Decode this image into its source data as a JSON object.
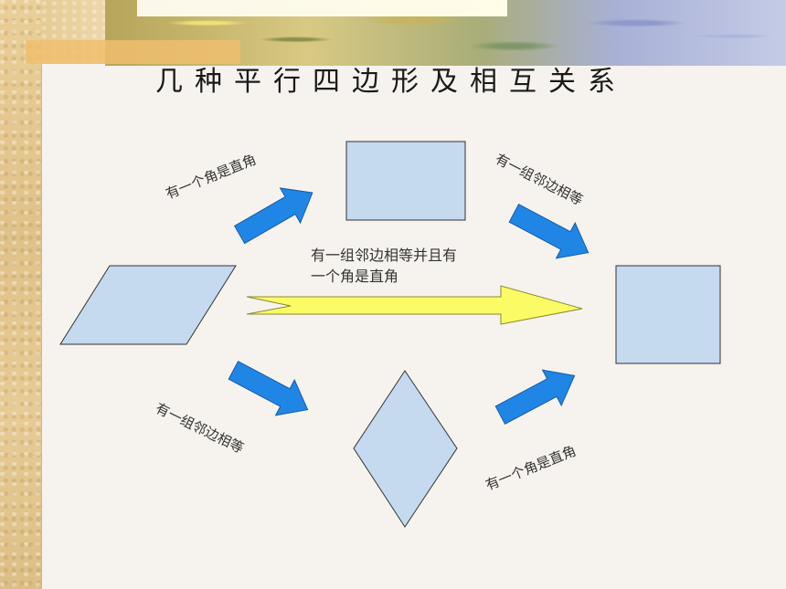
{
  "title": "几种平行四边形及相互关系",
  "labels": {
    "top_left": "有一个角是直角",
    "top_right": "有一组邻边相等",
    "bottom_left": "有一组邻边相等",
    "bottom_right": "有一个角是直角",
    "center_line1": "有一组邻边相等并且有",
    "center_line2": "一个角是直角"
  },
  "colors": {
    "shape_fill": "#c5d9ef",
    "shape_stroke": "#333333",
    "blue_arrow": "#1f86e6",
    "yellow_arrow": "#fbfb66"
  }
}
